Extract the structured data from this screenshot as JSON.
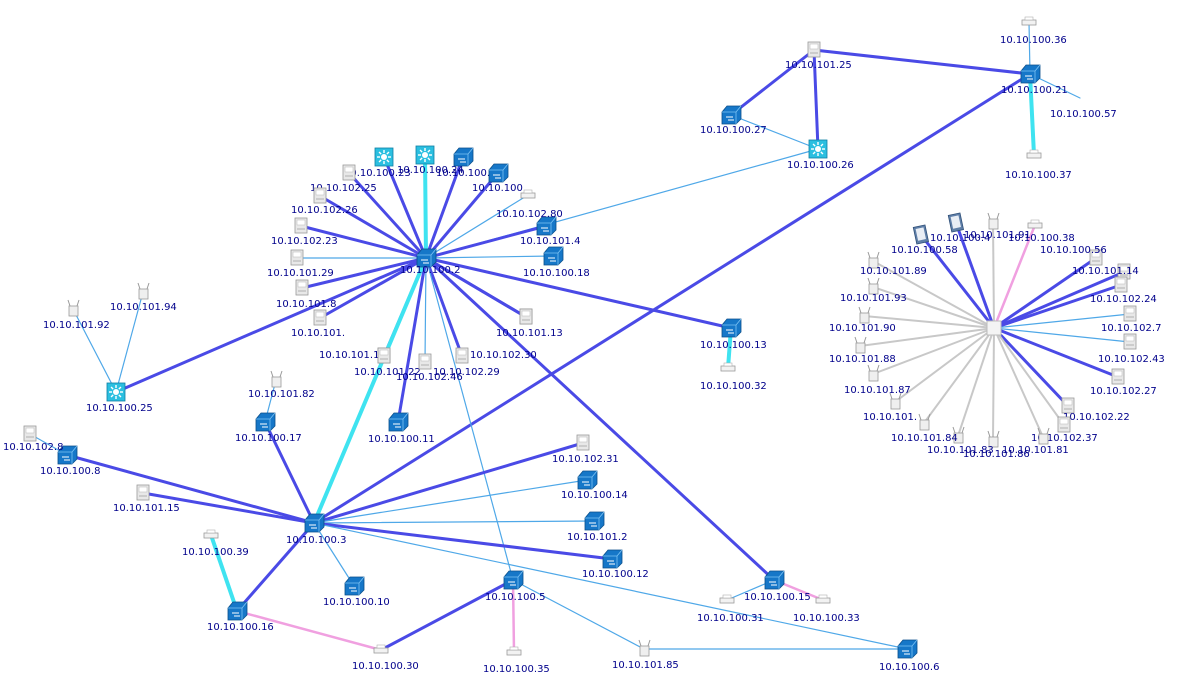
{
  "colors": {
    "trunk": "#4a4ae6",
    "thin": "#4fa8e8",
    "aggregate": "#3fe3f0",
    "wireless": "#f0a0e0",
    "unmanaged": "#c8c8c8",
    "label": "#00008b",
    "switch": "#1677c8",
    "router": "#2bbfe0"
  },
  "icons": {
    "switch": "switch-icon",
    "router": "router-icon",
    "server": "server-icon",
    "printer": "printer-icon",
    "access_point": "access-point-icon",
    "hub": "hub-icon",
    "workstation": "workstation-icon"
  },
  "nodes": [
    {
      "id": "n_sw1002",
      "label": "10.10.100.2",
      "type": "switch"
    },
    {
      "id": "n_sw1003",
      "label": "10.10.100.3",
      "type": "switch"
    },
    {
      "id": "n_r1025",
      "label": "10.10.100.25",
      "type": "router"
    },
    {
      "id": "n_r1026",
      "label": "10.10.100.26",
      "type": "router"
    },
    {
      "id": "n_r1023",
      "label": "10.10.100.23",
      "type": "router"
    },
    {
      "id": "n_r1024",
      "label": "10.10.100.24",
      "type": "router"
    },
    {
      "id": "n_sw1007",
      "label": "10.10.100.7",
      "type": "switch"
    },
    {
      "id": "n_sw10100",
      "label": "10.10.100",
      "type": "switch"
    },
    {
      "id": "n_sw1004",
      "label": "10.10.101.4",
      "type": "switch"
    },
    {
      "id": "n_sw1018",
      "label": "10.10.100.18",
      "type": "switch"
    },
    {
      "id": "n_sw1013",
      "label": "10.10.100.13",
      "type": "switch"
    },
    {
      "id": "n_sw1011",
      "label": "10.10.100.11",
      "type": "switch"
    },
    {
      "id": "n_sw1017",
      "label": "10.10.100.17",
      "type": "switch"
    },
    {
      "id": "n_sw1008",
      "label": "10.10.100.8",
      "type": "switch"
    },
    {
      "id": "n_sw1016",
      "label": "10.10.100.16",
      "type": "switch"
    },
    {
      "id": "n_sw1010",
      "label": "10.10.100.10",
      "type": "switch"
    },
    {
      "id": "n_sw1005",
      "label": "10.10.100.5",
      "type": "switch"
    },
    {
      "id": "n_sw1014",
      "label": "10.10.100.14",
      "type": "switch"
    },
    {
      "id": "n_sw1012b",
      "label": "10.10.101.2",
      "type": "switch"
    },
    {
      "id": "n_sw1012",
      "label": "10.10.100.12",
      "type": "switch"
    },
    {
      "id": "n_sw1015",
      "label": "10.10.100.15",
      "type": "switch"
    },
    {
      "id": "n_sw1006",
      "label": "10.10.100.6",
      "type": "switch"
    },
    {
      "id": "n_sw1027",
      "label": "10.10.100.27",
      "type": "switch"
    },
    {
      "id": "n_sw1021",
      "label": "10.10.100.21",
      "type": "switch"
    },
    {
      "id": "n_srv10125",
      "label": "10.10.101.25",
      "type": "server"
    },
    {
      "id": "n_p10036",
      "label": "10.10.100.36",
      "type": "printer"
    },
    {
      "id": "n_p10037",
      "label": "10.10.100.37",
      "type": "printer"
    },
    {
      "id": "n_x10057",
      "label": "10.10.100.57",
      "type": "none"
    },
    {
      "id": "n_srv10225",
      "label": "10.10.102.25",
      "type": "server"
    },
    {
      "id": "n_srv10226",
      "label": "10.10.102.26",
      "type": "server"
    },
    {
      "id": "n_srv10223",
      "label": "10.10.102.23",
      "type": "server"
    },
    {
      "id": "n_srv10129",
      "label": "10.10.101.29",
      "type": "server"
    },
    {
      "id": "n_srv1018",
      "label": "10.10.101.8",
      "type": "server"
    },
    {
      "id": "n_srv101x",
      "label": "10.10.101.",
      "type": "server"
    },
    {
      "id": "n_srv1011",
      "label": "10.10.101.1",
      "type": "server"
    },
    {
      "id": "n_srv10122",
      "label": "10.10.101.22",
      "type": "server"
    },
    {
      "id": "n_srv10246",
      "label": "10.10.102.46",
      "type": "server"
    },
    {
      "id": "n_srv10229",
      "label": "10.10.102.29",
      "type": "server"
    },
    {
      "id": "n_srv10230",
      "label": "10.10.102.30",
      "type": "server"
    },
    {
      "id": "n_srv10113",
      "label": "10.10.101.13",
      "type": "server"
    },
    {
      "id": "n_p10280",
      "label": "10.10.102.80",
      "type": "printer"
    },
    {
      "id": "n_p10032",
      "label": "10.10.100.32",
      "type": "printer"
    },
    {
      "id": "n_ap10192",
      "label": "10.10.101.92",
      "type": "access_point"
    },
    {
      "id": "n_ap10194",
      "label": "10.10.101.94",
      "type": "access_point"
    },
    {
      "id": "n_ap10182",
      "label": "10.10.101.82",
      "type": "access_point"
    },
    {
      "id": "n_srv1028",
      "label": "10.10.102.8",
      "type": "server"
    },
    {
      "id": "n_srv10115",
      "label": "10.10.101.15",
      "type": "server"
    },
    {
      "id": "n_srv10231",
      "label": "10.10.102.31",
      "type": "server"
    },
    {
      "id": "n_p10039",
      "label": "10.10.100.39",
      "type": "printer"
    },
    {
      "id": "n_p10030",
      "label": "10.10.100.30",
      "type": "printer"
    },
    {
      "id": "n_p10035",
      "label": "10.10.100.35",
      "type": "printer"
    },
    {
      "id": "n_ap10185",
      "label": "10.10.101.85",
      "type": "access_point"
    },
    {
      "id": "n_p10031",
      "label": "10.10.100.31",
      "type": "printer"
    },
    {
      "id": "n_p10033",
      "label": "10.10.100.33",
      "type": "printer"
    },
    {
      "id": "n_hub",
      "label": "",
      "type": "hub"
    },
    {
      "id": "n_ws10058",
      "label": "10.10.100.58",
      "type": "workstation"
    },
    {
      "id": "n_ws1004b",
      "label": "10.10.100.4",
      "type": "workstation"
    },
    {
      "id": "n_ap10191",
      "label": "10.10.101.91",
      "type": "access_point"
    },
    {
      "id": "n_p10038",
      "label": "10.10.100.38",
      "type": "printer"
    },
    {
      "id": "n_srv10056",
      "label": "10.10.100.56",
      "type": "server"
    },
    {
      "id": "n_srv10114",
      "label": "10.10.101.14",
      "type": "server"
    },
    {
      "id": "n_srv10224",
      "label": "10.10.102.24",
      "type": "server"
    },
    {
      "id": "n_srv1027b",
      "label": "10.10.102.7",
      "type": "server"
    },
    {
      "id": "n_srv10243",
      "label": "10.10.102.43",
      "type": "server"
    },
    {
      "id": "n_srv10227",
      "label": "10.10.102.27",
      "type": "server"
    },
    {
      "id": "n_srv10222",
      "label": "10.10.102.22",
      "type": "server"
    },
    {
      "id": "n_srv10237",
      "label": "10.10.102.37",
      "type": "server"
    },
    {
      "id": "n_ap10181",
      "label": "10.10.101.81",
      "type": "access_point"
    },
    {
      "id": "n_ap10186",
      "label": "10.10.101.86",
      "type": "access_point"
    },
    {
      "id": "n_ap10183",
      "label": "10.10.101.83",
      "type": "access_point"
    },
    {
      "id": "n_ap10184",
      "label": "10.10.101.84",
      "type": "access_point"
    },
    {
      "id": "n_ap1011x",
      "label": "10.10.101.",
      "type": "access_point"
    },
    {
      "id": "n_ap10187",
      "label": "10.10.101.87",
      "type": "access_point"
    },
    {
      "id": "n_ap10188",
      "label": "10.10.101.88",
      "type": "access_point"
    },
    {
      "id": "n_ap10190",
      "label": "10.10.101.90",
      "type": "access_point"
    },
    {
      "id": "n_ap10193",
      "label": "10.10.101.93",
      "type": "access_point"
    },
    {
      "id": "n_ap10189",
      "label": "10.10.101.89",
      "type": "access_point"
    }
  ],
  "links": [
    {
      "a": "n_srv10125",
      "b": "n_sw1021",
      "kind": "trunk"
    },
    {
      "a": "n_srv10125",
      "b": "n_sw1027",
      "kind": "trunk"
    },
    {
      "a": "n_srv10125",
      "b": "n_r1026",
      "kind": "trunk"
    },
    {
      "a": "n_sw1027",
      "b": "n_r1026",
      "kind": "thin"
    },
    {
      "a": "n_p10036",
      "b": "n_sw1021",
      "kind": "thin"
    },
    {
      "a": "n_sw1021",
      "b": "n_p10037",
      "kind": "aggregate"
    },
    {
      "a": "n_sw1021",
      "b": "n_x10057",
      "kind": "thin"
    },
    {
      "a": "n_r1026",
      "b": "n_sw1002",
      "kind": "thin"
    },
    {
      "a": "n_sw1021",
      "b": "n_sw1003",
      "kind": "trunk"
    },
    {
      "a": "n_r1023",
      "b": "n_sw1002",
      "kind": "trunk"
    },
    {
      "a": "n_r1024",
      "b": "n_sw1002",
      "kind": "aggregate"
    },
    {
      "a": "n_sw1007",
      "b": "n_sw1002",
      "kind": "trunk"
    },
    {
      "a": "n_sw10100",
      "b": "n_sw1002",
      "kind": "trunk"
    },
    {
      "a": "n_p10280",
      "b": "n_sw1002",
      "kind": "thin"
    },
    {
      "a": "n_sw1004",
      "b": "n_sw1002",
      "kind": "trunk"
    },
    {
      "a": "n_sw1018",
      "b": "n_sw1002",
      "kind": "thin"
    },
    {
      "a": "n_srv10225",
      "b": "n_sw1002",
      "kind": "trunk"
    },
    {
      "a": "n_srv10226",
      "b": "n_sw1002",
      "kind": "trunk"
    },
    {
      "a": "n_srv10223",
      "b": "n_sw1002",
      "kind": "trunk"
    },
    {
      "a": "n_srv10129",
      "b": "n_sw1002",
      "kind": "thin"
    },
    {
      "a": "n_srv1018",
      "b": "n_sw1002",
      "kind": "trunk"
    },
    {
      "a": "n_srv101x",
      "b": "n_sw1002",
      "kind": "trunk"
    },
    {
      "a": "n_srv1011",
      "b": "n_sw1002",
      "kind": "thin"
    },
    {
      "a": "n_srv10122",
      "b": "n_sw1002",
      "kind": "trunk"
    },
    {
      "a": "n_srv10246",
      "b": "n_sw1002",
      "kind": "thin"
    },
    {
      "a": "n_srv10229",
      "b": "n_sw1002",
      "kind": "trunk"
    },
    {
      "a": "n_srv10230",
      "b": "n_sw1002",
      "kind": "trunk"
    },
    {
      "a": "n_srv10113",
      "b": "n_sw1002",
      "kind": "trunk"
    },
    {
      "a": "n_sw1013",
      "b": "n_sw1002",
      "kind": "trunk"
    },
    {
      "a": "n_sw1013",
      "b": "n_p10032",
      "kind": "aggregate"
    },
    {
      "a": "n_sw1011",
      "b": "n_sw1002",
      "kind": "trunk"
    },
    {
      "a": "n_r1025",
      "b": "n_sw1002",
      "kind": "trunk"
    },
    {
      "a": "n_sw1003",
      "b": "n_sw1002",
      "kind": "aggregate"
    },
    {
      "a": "n_sw1015",
      "b": "n_sw1002",
      "kind": "trunk"
    },
    {
      "a": "n_sw1005",
      "b": "n_sw1002",
      "kind": "thin"
    },
    {
      "a": "n_ap10192",
      "b": "n_r1025",
      "kind": "thin"
    },
    {
      "a": "n_ap10194",
      "b": "n_r1025",
      "kind": "thin"
    },
    {
      "a": "n_ap10182",
      "b": "n_sw1017",
      "kind": "thin"
    },
    {
      "a": "n_sw1017",
      "b": "n_sw1003",
      "kind": "trunk"
    },
    {
      "a": "n_srv1028",
      "b": "n_sw1008",
      "kind": "thin"
    },
    {
      "a": "n_sw1008",
      "b": "n_sw1003",
      "kind": "trunk"
    },
    {
      "a": "n_srv10115",
      "b": "n_sw1003",
      "kind": "trunk"
    },
    {
      "a": "n_srv10231",
      "b": "n_sw1003",
      "kind": "trunk"
    },
    {
      "a": "n_sw1014",
      "b": "n_sw1003",
      "kind": "thin"
    },
    {
      "a": "n_sw1012b",
      "b": "n_sw1003",
      "kind": "thin"
    },
    {
      "a": "n_sw1012",
      "b": "n_sw1003",
      "kind": "trunk"
    },
    {
      "a": "n_sw1010",
      "b": "n_sw1003",
      "kind": "thin"
    },
    {
      "a": "n_sw1016",
      "b": "n_sw1003",
      "kind": "trunk"
    },
    {
      "a": "n_sw1006",
      "b": "n_sw1003",
      "kind": "thin"
    },
    {
      "a": "n_p10039",
      "b": "n_sw1016",
      "kind": "aggregate"
    },
    {
      "a": "n_sw1016",
      "b": "n_p10030",
      "kind": "wireless"
    },
    {
      "a": "n_p10030",
      "b": "n_sw1005",
      "kind": "trunk"
    },
    {
      "a": "n_sw1005",
      "b": "n_p10035",
      "kind": "wireless"
    },
    {
      "a": "n_sw1005",
      "b": "n_ap10185",
      "kind": "thin"
    },
    {
      "a": "n_ap10185",
      "b": "n_sw1006",
      "kind": "thin"
    },
    {
      "a": "n_p10031",
      "b": "n_sw1015",
      "kind": "thin"
    },
    {
      "a": "n_sw1015",
      "b": "n_p10033",
      "kind": "wireless"
    },
    {
      "a": "n_ws10058",
      "b": "n_hub",
      "kind": "trunk"
    },
    {
      "a": "n_ws1004b",
      "b": "n_hub",
      "kind": "trunk"
    },
    {
      "a": "n_ap10191",
      "b": "n_hub",
      "kind": "unmanaged"
    },
    {
      "a": "n_p10038",
      "b": "n_hub",
      "kind": "wireless"
    },
    {
      "a": "n_srv10056",
      "b": "n_hub",
      "kind": "trunk"
    },
    {
      "a": "n_srv10114",
      "b": "n_hub",
      "kind": "trunk"
    },
    {
      "a": "n_srv10224",
      "b": "n_hub",
      "kind": "trunk"
    },
    {
      "a": "n_srv1027b",
      "b": "n_hub",
      "kind": "thin"
    },
    {
      "a": "n_srv10243",
      "b": "n_hub",
      "kind": "thin"
    },
    {
      "a": "n_srv10227",
      "b": "n_hub",
      "kind": "trunk"
    },
    {
      "a": "n_srv10222",
      "b": "n_hub",
      "kind": "trunk"
    },
    {
      "a": "n_srv10237",
      "b": "n_hub",
      "kind": "unmanaged"
    },
    {
      "a": "n_ap10181",
      "b": "n_hub",
      "kind": "unmanaged"
    },
    {
      "a": "n_ap10186",
      "b": "n_hub",
      "kind": "unmanaged"
    },
    {
      "a": "n_ap10183",
      "b": "n_hub",
      "kind": "unmanaged"
    },
    {
      "a": "n_ap10184",
      "b": "n_hub",
      "kind": "unmanaged"
    },
    {
      "a": "n_ap1011x",
      "b": "n_hub",
      "kind": "unmanaged"
    },
    {
      "a": "n_ap10187",
      "b": "n_hub",
      "kind": "unmanaged"
    },
    {
      "a": "n_ap10188",
      "b": "n_hub",
      "kind": "unmanaged"
    },
    {
      "a": "n_ap10190",
      "b": "n_hub",
      "kind": "unmanaged"
    },
    {
      "a": "n_ap10193",
      "b": "n_hub",
      "kind": "unmanaged"
    },
    {
      "a": "n_ap10189",
      "b": "n_hub",
      "kind": "unmanaged"
    }
  ]
}
